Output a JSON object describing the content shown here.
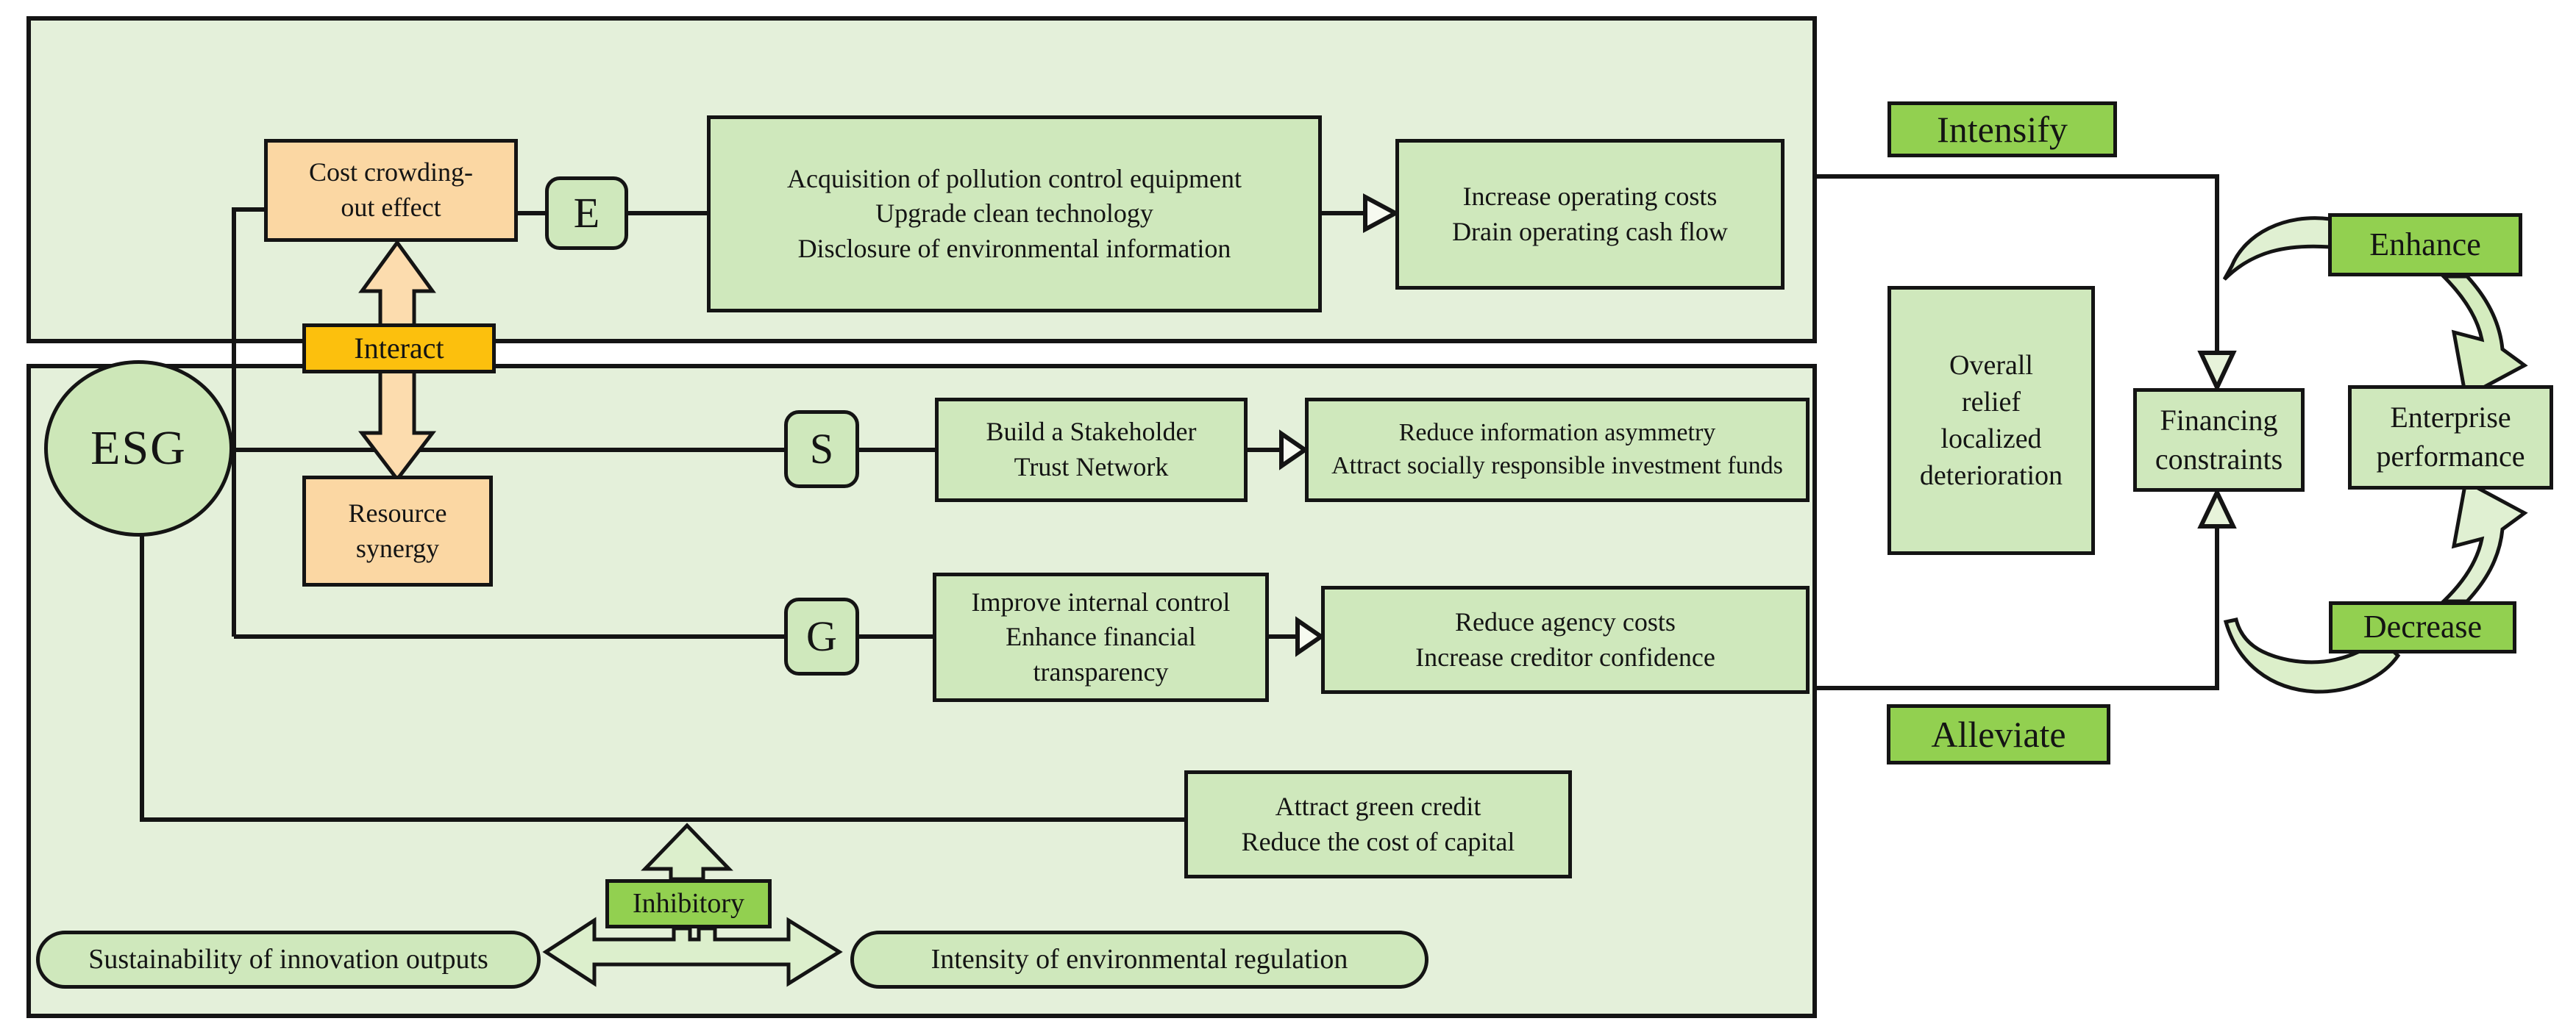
{
  "palette": {
    "panel_fill": "#e4f0da",
    "node_green": "#cfe8bc",
    "esg_green": "#cde7b8",
    "label_green": "#92d050",
    "peach": "#fbd7a3",
    "gold": "#fcc00d",
    "swoosh_green_light": "#e0f0d2",
    "swoosh_green": "#d5ecbf",
    "outline": "#141414"
  },
  "top_panel": {
    "cost_box": {
      "lines": [
        "Cost crowding-",
        "out effect"
      ]
    },
    "e_label": "E",
    "acquisition_box": {
      "lines": [
        "Acquisition of pollution control equipment",
        "Upgrade clean technology",
        "Disclosure of environmental information"
      ]
    },
    "increase_box": {
      "lines": [
        "Increase operating costs",
        "Drain operating cash flow"
      ]
    }
  },
  "bottom_panel": {
    "esg_label": "ESG",
    "interact_label": "Interact",
    "resource_box": {
      "lines": [
        "Resource",
        "synergy"
      ]
    },
    "s_label": "S",
    "build_box": {
      "lines": [
        "Build a Stakeholder",
        "Trust Network"
      ]
    },
    "reduce_info_box": {
      "lines": [
        "Reduce information asymmetry",
        "Attract socially responsible investment funds"
      ]
    },
    "g_label": "G",
    "improve_box": {
      "lines": [
        "Improve internal control",
        "Enhance financial",
        "transparency"
      ]
    },
    "agency_box": {
      "lines": [
        "Reduce agency costs",
        "Increase creditor confidence"
      ]
    },
    "green_credit_box": {
      "lines": [
        "Attract green credit",
        "Reduce the cost of capital"
      ]
    },
    "inhibitory_label": "Inhibitory",
    "sustainability_pill": "Sustainability of innovation outputs",
    "regulation_pill": "Intensity of environmental regulation"
  },
  "right_panel": {
    "intensify_label": "Intensify",
    "alleviate_label": "Alleviate",
    "overall_box": {
      "lines": [
        "Overall",
        "relief",
        "localized",
        "deterioration"
      ]
    },
    "financing_box": {
      "lines": [
        "Financing",
        "constraints"
      ]
    },
    "enterprise_box": {
      "lines": [
        "Enterprise",
        "performance"
      ]
    },
    "enhance_label": "Enhance",
    "decrease_label": "Decrease"
  }
}
